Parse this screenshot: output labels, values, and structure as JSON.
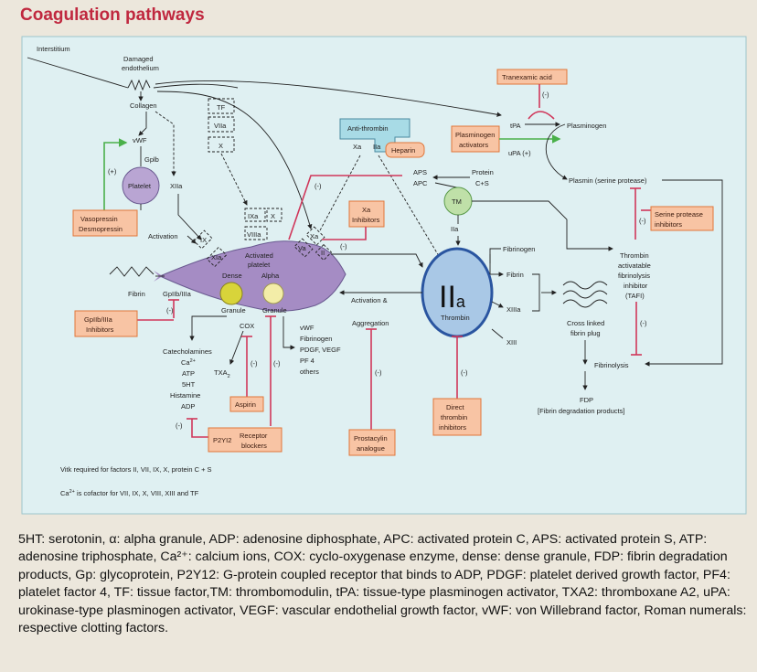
{
  "title": "Coagulation pathways",
  "labels": {
    "interstitium": "Interstitium",
    "damaged_1": "Damaged",
    "damaged_2": "endothelium",
    "collagen": "Collagen",
    "vwf": "vWF",
    "gplb": "Gplb",
    "plus": "(+)",
    "platelet": "Platelet",
    "xiia": "XIIa",
    "activation": "Activation",
    "tf": "TF",
    "viia": "VIIa",
    "x": "X",
    "ixa": "IXa",
    "x2": "X",
    "viiia": "VIIIa",
    "ix": "IX",
    "xia": "XIa",
    "xa": "Xa",
    "va": "Va",
    "ii": "II",
    "activated_1": "Activated",
    "activated_2": "platelet",
    "dense": "Dense",
    "alpha": "Alpha",
    "granule_1": "Granule",
    "granule_2": "Granule",
    "fibrin_left": "Fibrin",
    "gpiib": "GpIIb/IIIa",
    "cox": "COX",
    "catecholamines": "Catecholamines",
    "ca": "Ca",
    "ca_sup": "2+",
    "atp": "ATP",
    "ht": "5HT",
    "histamine": "Histamine",
    "adp": "ADP",
    "txa": "TXA",
    "txa_sub": "2",
    "vwf2": "vWF",
    "fibrinogen_l": "Fibrinogen",
    "pdgf": "PDGF, VEGF",
    "pf4": "PF 4",
    "others": "others",
    "antithrombin": "Anti-thrombin",
    "xa_top": "Xa",
    "iia_top": "IIa",
    "aps": "APS",
    "apc": "APC",
    "protein": "Protein",
    "cs": "C+S",
    "tm": "TM",
    "iia_small": "IIa",
    "iia_big": "II",
    "iia_big_sub": "a",
    "thrombin": "Thrombin",
    "activation_amp": "Activation &",
    "aggregation": "Aggregation",
    "fibrinogen": "Fibrinogen",
    "fibrin": "Fibrin",
    "xiiia": "XIIIa",
    "xiii": "XIII",
    "cross_1": "Cross linked",
    "cross_2": "fibrin plug",
    "tpa": "tPA",
    "upa": "uPA (+)",
    "plasminogen": "Plasminogen",
    "plasmin": "Plasmin (serine protease)",
    "tafi_1": "Thrombin",
    "tafi_2": "activatable",
    "tafi_3": "fibrinolysis",
    "tafi_4": "inhibitor",
    "tafi_5": "(TAFI)",
    "fibrinolysis": "Fibrinolysis",
    "fdp": "FDP",
    "fdp_full": "[Fibrin degradation products]",
    "neg": "(-)",
    "vitk": "Vitk required for factors   II, VII, IX, X, protein C + S",
    "ca_cof": "Ca",
    "ca_cof_sup": "2+",
    "ca_cof_rest": " is cofactor for   VII, IX, X, VIII, XIII and TF"
  },
  "boxes": {
    "vasopressin_1": "Vasopressin",
    "vasopressin_2": "Desmopressin",
    "gpiib_1": "GpIIb/IIIa",
    "gpiib_2": "Inhibitors",
    "aspirin": "Aspirin",
    "p2y12": "P2YI2",
    "receptor_1": "Receptor",
    "receptor_2": "blockers",
    "xa_inh_1": "Xa",
    "xa_inh_2": "Inhibitors",
    "heparin": "Heparin",
    "tranexamic": "Tranexamic acid",
    "plasm_act_1": "Plasminogen",
    "plasm_act_2": "activators",
    "serine_1": "Serine protease",
    "serine_2": "inhibitors",
    "prostacyclin_1": "Prostacylin",
    "prostacyclin_2": "analogue",
    "direct_1": "Direct",
    "direct_2": "thrombin",
    "direct_3": "inhibitors"
  },
  "caption": "5HT: serotonin, α: alpha granule, ADP: adenosine diphosphate, APC: activated protein C, APS: activated protein S, ATP: adenosine triphosphate, Ca²⁺: calcium ions, COX: cyclo-oxygenase enzyme, dense: dense granule, FDP: fibrin degradation products, Gp: glycoprotein, P2Y12: G-protein coupled receptor that binds to ADP, PDGF: platelet derived growth factor, PF4: platelet factor 4, TF: tissue factor,TM: thrombomodulin, tPA: tissue-type plasminogen activator, TXA2: thromboxane A2, uPA: urokinase-type plasminogen activator, VEGF: vascular endothelial growth factor, vWF: von Willebrand factor, Roman numerals: respective clotting factors.",
  "colors": {
    "title": "#c0283f",
    "panel": "#dff0f2",
    "activated_platelet": "#a58cc4",
    "platelet": "#b9a5d3",
    "thrombin_fill": "#a9c8e6",
    "thrombin_stroke": "#2a55a0",
    "tm": "#bfe0a8",
    "antithrombin": "#a8dbe6",
    "inhibitor_box": "#f8c4a4",
    "dense_granule": "#d8d43a",
    "alpha_granule": "#f3eda8",
    "inhibition_line": "#d0365a",
    "activation_line": "#4ab04a"
  }
}
